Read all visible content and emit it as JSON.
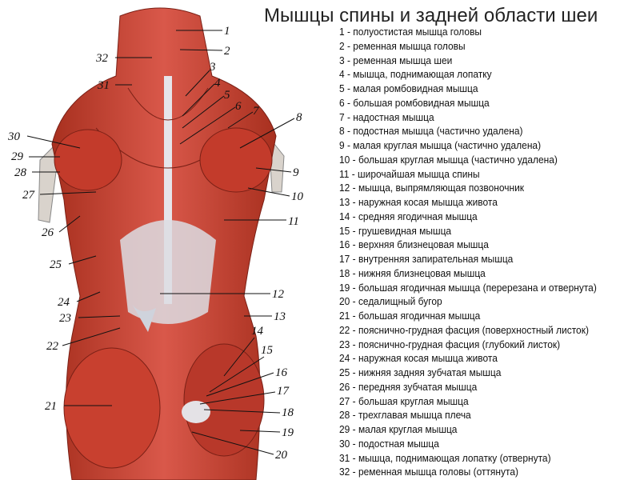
{
  "title": "Мышцы спины и задней области шеи",
  "legend": [
    "1 - полуостистая мышца головы",
    "2 - ременная мышца головы",
    "3 - ременная мышца шеи",
    "4 - мышца, поднимающая лопатку",
    "5 - малая ромбовидная мышца",
    "6 - большая ромбовидная мышца",
    "7 - надостная мышца",
    "8 - подостная мышца (частично удалена)",
    "9 - малая круглая мышца (частично удалена)",
    "10 - большая круглая мышца (частично удалена)",
    "11 - широчайшая мышца спины",
    "12 - мышца, выпрямляющая позвоночник",
    "13 - наружная косая мышца живота",
    "14 - средняя ягодичная мышца",
    "15 - грушевидная мышца",
    "16 - верхняя близнецовая мышца",
    "17 - внутренняя запирательная мышца",
    "18 - нижняя близнецовая мышца",
    "19 - большая ягодичная мышца (перерезана и отвернута)",
    "20 - седалищный бугор",
    "21 - большая ягодичная мышца",
    "22 - пояснично-грудная фасция (поверхностный листок)",
    "23 - пояснично-грудная фасция (глубокий листок)",
    "24 - наружная косая мышца живота",
    "25 - нижняя задняя зубчатая мышца",
    "26 - передняя зубчатая мышца",
    "27 - большая круглая мышца",
    "28 - трехглавая мышца плеча",
    "29 - малая круглая мышца",
    "30 - подостная мышца",
    "31 - мышца, поднимающая лопатку (отвернута)",
    "32 - ременная мышца головы (оттянута)"
  ],
  "labels": [
    "1",
    "2",
    "3",
    "4",
    "5",
    "6",
    "7",
    "8",
    "9",
    "10",
    "11",
    "12",
    "13",
    "14",
    "15",
    "16",
    "17",
    "18",
    "19",
    "20",
    "21",
    "22",
    "23",
    "24",
    "25",
    "26",
    "27",
    "28",
    "29",
    "30",
    "31",
    "32"
  ],
  "colors": {
    "muscle": "#c8402f",
    "muscle_dark": "#9e2a1e",
    "fascia": "#dcdde3"
  }
}
